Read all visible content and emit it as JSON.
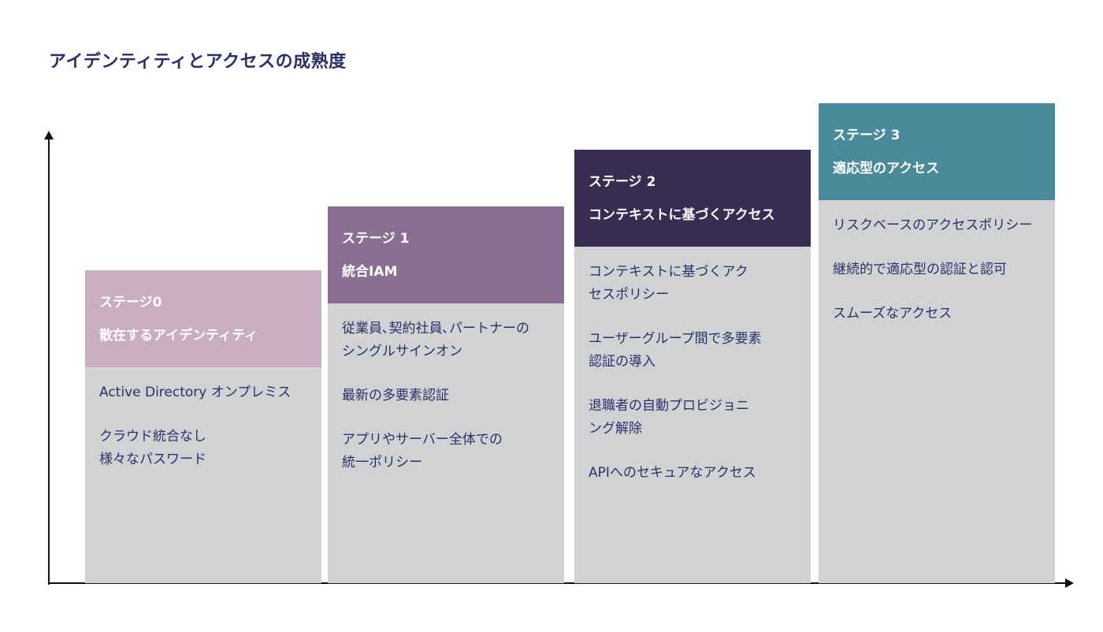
{
  "title": "アイデンティティとアクセスの成熟度",
  "stages": [
    {
      "stage": "ステージ0",
      "name": "散在するアイデンティティ",
      "color": "#c8aebe",
      "items": [
        [
          "Active Directory オンプレミス"
        ],
        [
          "クラウド統合なし",
          "様々なパスワード"
        ]
      ]
    },
    {
      "stage": "ステージ 1",
      "name": "統合IAM",
      "color": "#8a6f93",
      "items": [
        [
          "従業員､契約社員､パートナーの",
          "シングルサインオン"
        ],
        [
          "最新の多要素認証"
        ],
        [
          "アプリやサーバー全体での",
          "統一ポリシー"
        ]
      ]
    },
    {
      "stage": "ステージ 2",
      "name": "コンテキストに基づくアクセス",
      "color": "#382c51",
      "items": [
        [
          "コンテキストに基づくアク",
          "セスポリシー"
        ],
        [
          "ユーザーグループ間で多要素",
          "認証の導入"
        ],
        [
          "退職者の自動プロビジョニ",
          "ング解除"
        ],
        [
          "APIへのセキュアなアクセス"
        ]
      ]
    },
    {
      "stage": "ステージ 3",
      "name": "適応型のアクセス",
      "color": "#4a8a9a",
      "items": [
        [
          "リスクベースのアクセスポリシー"
        ],
        [
          "継続的で適応型の認証と認可"
        ],
        [
          "スムーズなアクセス"
        ]
      ]
    }
  ]
}
